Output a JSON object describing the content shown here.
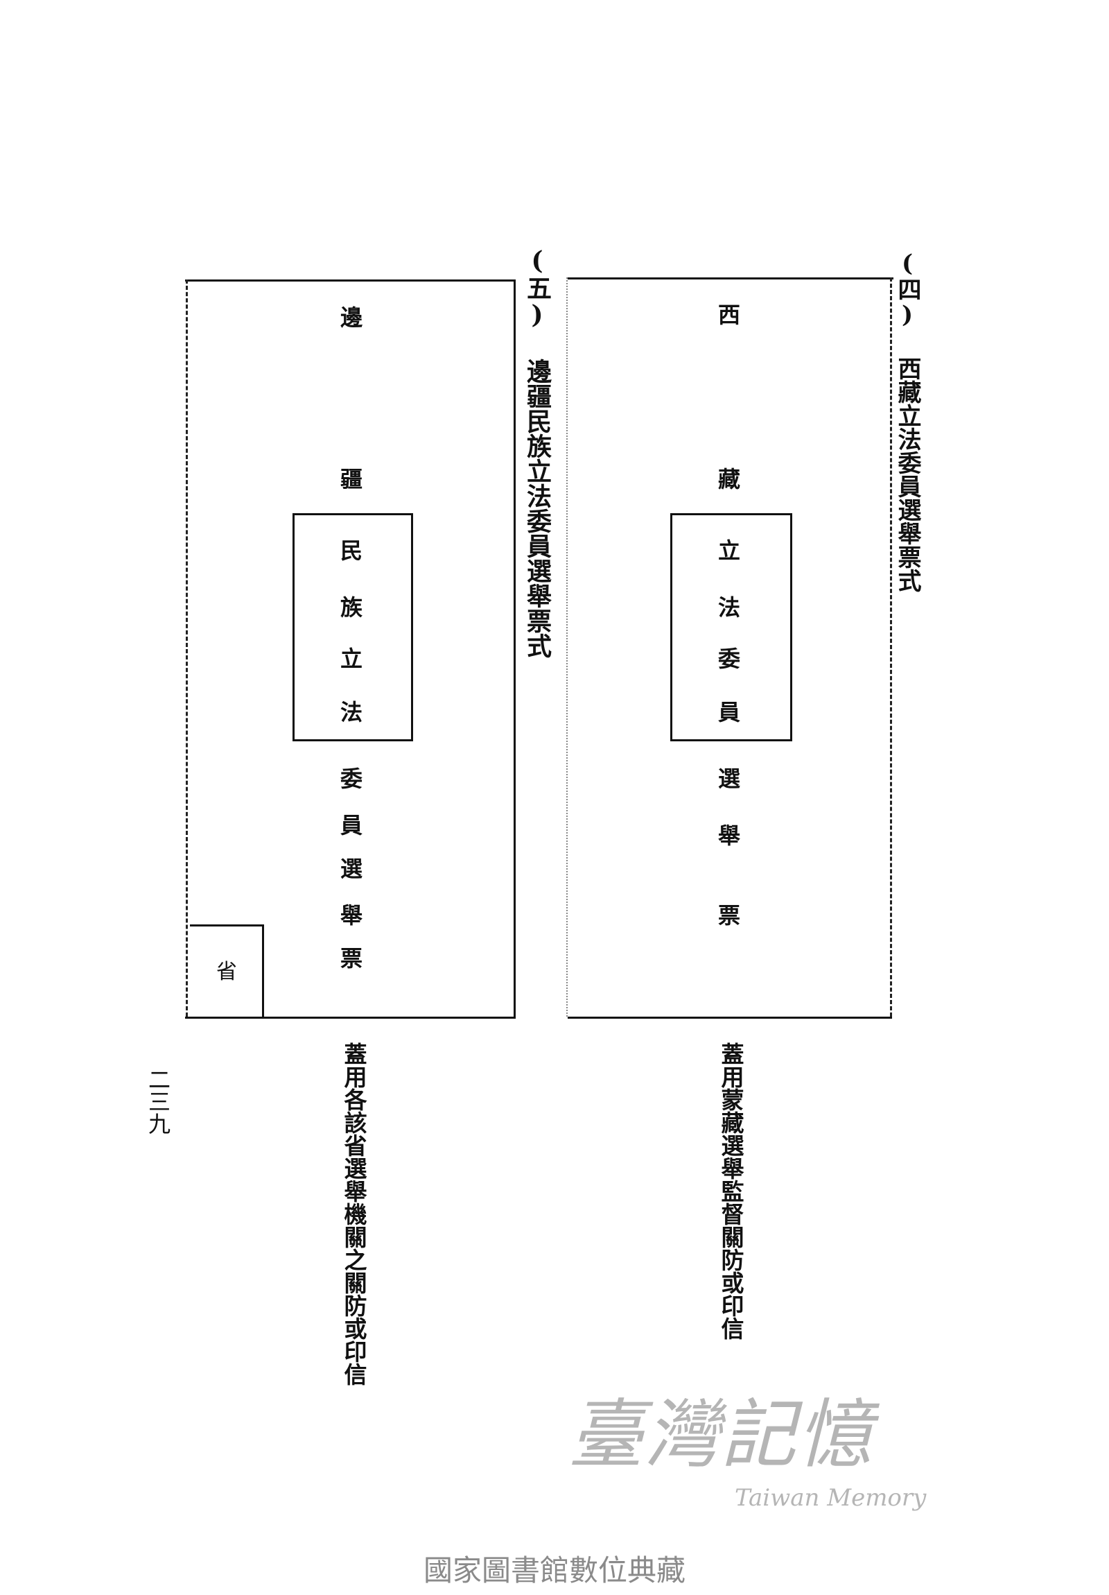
{
  "page_number": "二三九",
  "form_four": {
    "heading": "(四) 西藏立法委員選舉票式",
    "ballot_chars_top": [
      "西",
      "藏"
    ],
    "ballot_boxed": [
      "立",
      "法",
      "委",
      "員"
    ],
    "ballot_chars_bottom": [
      "選",
      "舉",
      "票"
    ],
    "note": "蓋用蒙藏選舉監督關防或印信"
  },
  "form_five": {
    "heading": "(五) 邊疆民族立法委員選舉票式",
    "ballot_chars_top": [
      "邊",
      "疆"
    ],
    "ballot_boxed": [
      "民",
      "族",
      "立",
      "法"
    ],
    "ballot_chars_bottom": [
      "委",
      "員",
      "選",
      "舉",
      "票"
    ],
    "province_box": "省",
    "note": "蓋用各該省選舉機關之關防或印信"
  },
  "watermark": {
    "title": "臺灣記憶",
    "subtitle": "Taiwan Memory"
  },
  "footer": "國家圖書館數位典藏"
}
